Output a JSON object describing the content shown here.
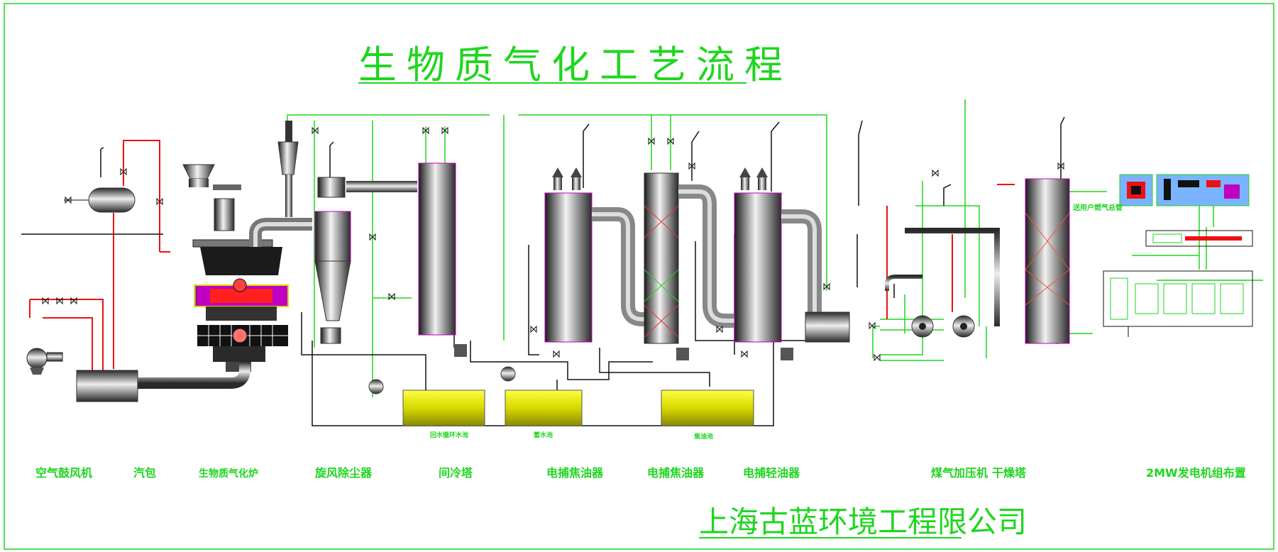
{
  "diagram": {
    "title": "生物质气化工艺流程",
    "company": "上海古蓝环境工程限公司",
    "equipment_labels": [
      "空气鼓风机",
      "汽包",
      "生物质气化炉",
      "旋风除尘器",
      "间冷塔",
      "电捕焦油器",
      "电捕焦油器",
      "电捕轻油器",
      "煤气加压机",
      "干燥塔",
      "2MW发电机组布置"
    ],
    "tank_labels": [
      "回水循环水池",
      "蓄水池",
      "焦油池"
    ],
    "pipe_note": "送用户燃气总管",
    "colors": {
      "pipe_green": "#1fd61f",
      "hot_red": "#ee1111",
      "text_green": "#1fd61f",
      "tank_yellow": "#d6d600",
      "outline_magenta": "#e000e0"
    }
  }
}
